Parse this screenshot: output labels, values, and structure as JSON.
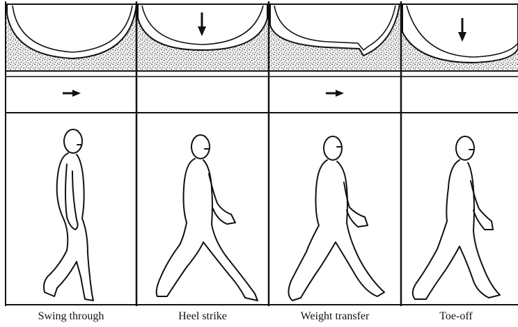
{
  "colors": {
    "ink": "#111111",
    "paper": "#ffffff"
  },
  "panels": [
    {
      "label": "Swing through",
      "vertical_arrow": false,
      "horizontal_arrow": true,
      "icon": "walking-figure-icon"
    },
    {
      "label": "Heel strike",
      "vertical_arrow": true,
      "horizontal_arrow": false,
      "icon": "walking-figure-icon"
    },
    {
      "label": "Weight transfer",
      "vertical_arrow": false,
      "horizontal_arrow": true,
      "icon": "walking-figure-icon"
    },
    {
      "label": "Toe-off",
      "vertical_arrow": true,
      "horizontal_arrow": false,
      "icon": "walking-figure-icon"
    }
  ]
}
